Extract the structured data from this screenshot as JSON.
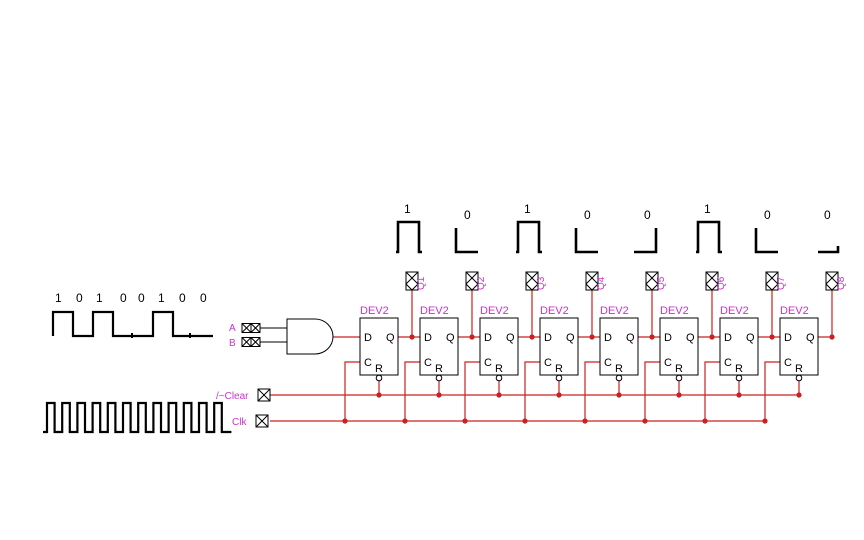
{
  "input_bits": [
    "1",
    "0",
    "1",
    "0",
    "0",
    "1",
    "0",
    "0"
  ],
  "output_bits": [
    "1",
    "0",
    "1",
    "0",
    "0",
    "1",
    "0",
    "0"
  ],
  "device_label": "DEV2",
  "pin_labels": {
    "d": "D",
    "q": "Q",
    "c": "C",
    "r": "R"
  },
  "outputs": [
    "Q1",
    "Q2",
    "Q3",
    "Q4",
    "Q5",
    "Q6",
    "Q7",
    "Q8"
  ],
  "inputs": {
    "a": "A",
    "b": "B",
    "clear": "/~Clear",
    "clk": "Clk"
  },
  "colors": {
    "wire": "#cc2020",
    "device_label": "#cc33cc",
    "ink": "#000000",
    "io_label": "#cc33cc"
  }
}
